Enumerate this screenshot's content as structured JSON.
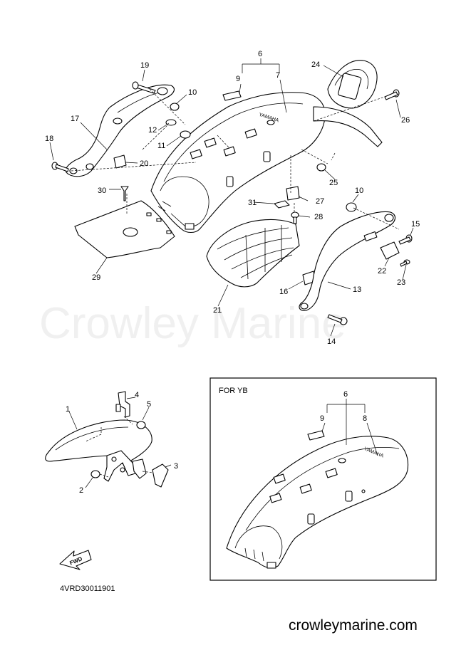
{
  "watermark": "Crowley Marine",
  "site_url": "crowleymarine.com",
  "diagram_code": "4VRD30011901",
  "inset_title": "FOR YB",
  "fwd_label": "FWD",
  "brand_label": "YAMAHA",
  "callouts": {
    "c6": "6",
    "c9": "9",
    "c7": "7",
    "c24": "24",
    "c19": "19",
    "c10a": "10",
    "c17": "17",
    "c12": "12",
    "c11": "11",
    "c26": "26",
    "c18": "18",
    "c20": "20",
    "c25": "25",
    "c30": "30",
    "c10b": "10",
    "c31": "31",
    "c27": "27",
    "c28": "28",
    "c15": "15",
    "c22": "22",
    "c23": "23",
    "c29": "29",
    "c16": "16",
    "c13": "13",
    "c21": "21",
    "c14": "14",
    "c4": "4",
    "c1": "1",
    "c5": "5",
    "c3": "3",
    "c2": "2",
    "i6": "6",
    "i9": "9",
    "i8": "8"
  }
}
